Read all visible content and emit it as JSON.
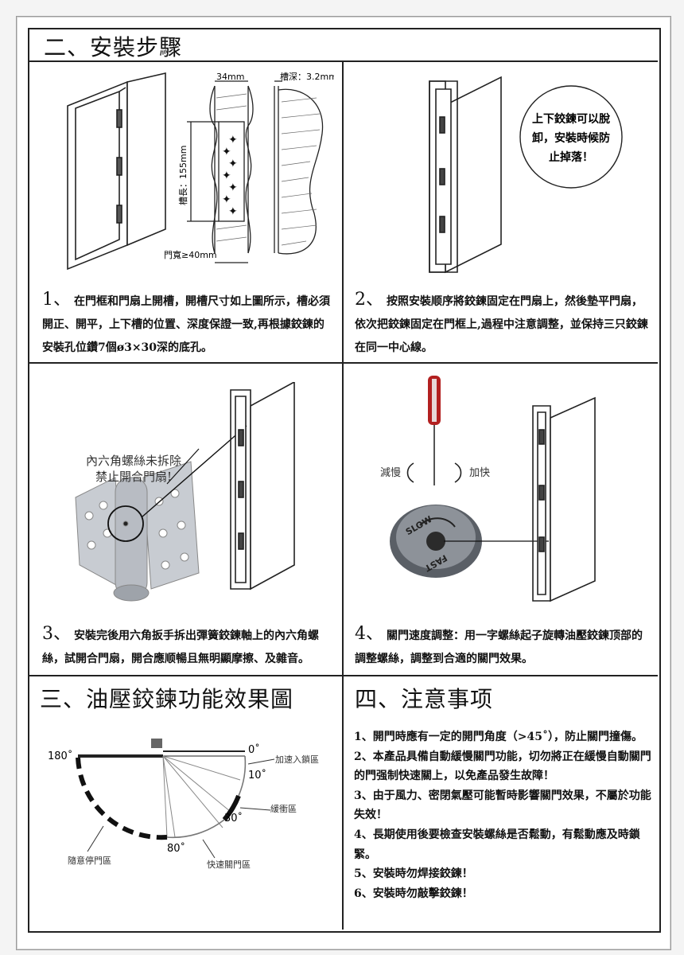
{
  "install": {
    "title": "二、安裝步驟",
    "diagram1": {
      "width_label": "34mm",
      "depth_label": "槽深：3.2mm",
      "length_label": "槽長：155mm",
      "door_width_label": "門寬≥40mm"
    },
    "diagram2": {
      "bubble_lines": [
        "上下鉸鍊可以脫",
        "卸，安裝時候防",
        "止掉落！"
      ]
    },
    "diagram3": {
      "callout_lines": [
        "內六角螺絲未拆除",
        "禁止開合門扇!"
      ]
    },
    "diagram4": {
      "slow_label": "減慢",
      "fast_label": "加快",
      "dial_slow": "SLOW",
      "dial_fast": "FAST"
    },
    "steps": [
      {
        "num": "1、",
        "text": "在門框和門扇上開槽，開槽尺寸如上圖所示，槽必須開正、開平，上下槽的位置、深度保證一致,再根據鉸鍊的安裝孔位鑽7個ø3×30深的底孔。"
      },
      {
        "num": "2、",
        "text": "按照安裝顺序將鉸鍊固定在門扇上，然後墊平門扇，依次把鉸鍊固定在門框上,過程中注意調整，並保持三只鉸鍊在同一中心線。"
      },
      {
        "num": "3、",
        "text": "安裝完後用六角扳手拆出彈簧鉸鍊軸上的內六角螺絲，試開合門扇，開合應顺暢且無明顯摩擦、及雜音。"
      },
      {
        "num": "4、",
        "text": "關門速度調整：用一字螺絲起子旋轉油壓鉸鍊顶部的調整螺絲，調整到合適的關門效果。"
      }
    ]
  },
  "function": {
    "title": "三、油壓鉸鍊功能效果圖",
    "angles": {
      "a180": "180˚",
      "a0": "0˚",
      "a10": "10˚",
      "a30": "30˚",
      "a80": "80˚"
    },
    "zones": {
      "lock": "加速入鎖區",
      "buffer": "緩衝區",
      "stop": "隨意停門區",
      "fast": "快速關門區"
    }
  },
  "notes": {
    "title": "四、注意事项",
    "items": [
      "1、開門時應有一定的開門角度（>45˚），防止關門撞傷。",
      "2、本產品具備自動緩慢關門功能，切勿將正在緩慢自動關門的門强制快速關上，以免產品發生故障！",
      "3、由于風力、密閉氣壓可能暫時影響關門效果，不屬於功能失效！",
      "4、長期使用後要檢查安裝螺絲是否鬆動，有鬆動應及時鎖緊。",
      "5、安裝時勿焊接鉸鍊！",
      "6、安裝時勿敲擊鉸鍊！"
    ]
  }
}
